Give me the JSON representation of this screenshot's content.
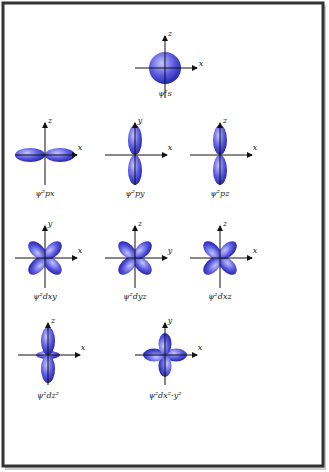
{
  "diagram": {
    "labels": [
      "z",
      "x",
      "ψ²s",
      "z",
      "x",
      "ψ²px",
      "y",
      "x",
      "ψ²py",
      "z",
      "x",
      "ψ²pz",
      "y",
      "x",
      "ψ²dxy",
      "z",
      "y",
      "ψ²dyz",
      "z",
      "x",
      "ψ²dxz",
      "z",
      "x",
      "ψ²dz²",
      "y",
      "x",
      "ψ²dx²-y²"
    ]
  }
}
